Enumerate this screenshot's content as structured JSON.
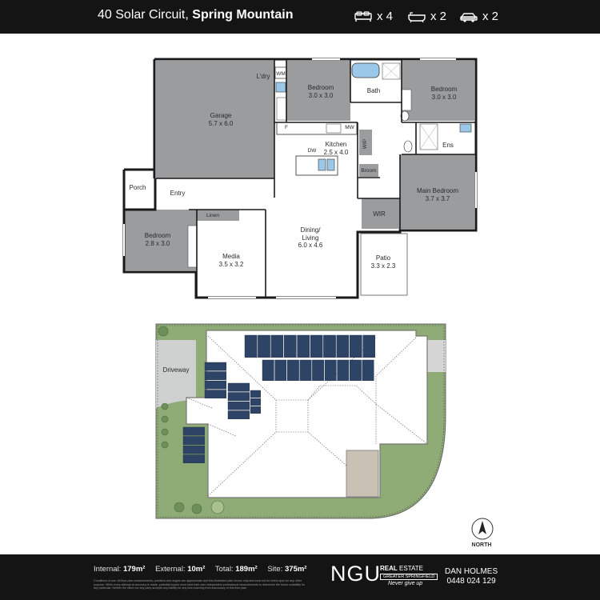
{
  "header": {
    "address_number_street": "40 Solar Circuit,",
    "suburb": "Spring Mountain",
    "features": [
      {
        "icon": "bed-icon",
        "value": "x 4"
      },
      {
        "icon": "bath-icon",
        "value": "x 2"
      },
      {
        "icon": "car-icon",
        "value": "x 2"
      }
    ]
  },
  "floor_plan": {
    "rooms": [
      {
        "name": "Garage",
        "size": "5.7 x 6.0"
      },
      {
        "name": "L'dry"
      },
      {
        "name": "WM"
      },
      {
        "name": "Bedroom",
        "size": "3.0 x 3.0"
      },
      {
        "name": "Bath"
      },
      {
        "name": "Bedroom",
        "size": "3.0 x 3.0"
      },
      {
        "name": "Kitchen",
        "size": "2.5 x 4.0"
      },
      {
        "name": "F"
      },
      {
        "name": "MW"
      },
      {
        "name": "DW"
      },
      {
        "name": "WIP"
      },
      {
        "name": "Broom"
      },
      {
        "name": "Ens"
      },
      {
        "name": "Main Bedroom",
        "size": "3.7 x 3.7"
      },
      {
        "name": "Porch"
      },
      {
        "name": "Entry"
      },
      {
        "name": "Linen"
      },
      {
        "name": "WIR"
      },
      {
        "name": "Bedroom",
        "size": "2.8 x 3.0"
      },
      {
        "name": "Media",
        "size": "3.5 x 3.2"
      },
      {
        "name": "Dining/",
        "size": "Living\n6.0 x 4.6"
      },
      {
        "name": "Patio",
        "size": "3.3 x 2.3"
      }
    ]
  },
  "site_plan": {
    "driveway_label": "Driveway",
    "north_label": "NORTH"
  },
  "footer": {
    "stats": [
      {
        "label": "Internal:",
        "value": "179m²"
      },
      {
        "label": "External:",
        "value": "10m²"
      },
      {
        "label": "Total:",
        "value": "189m²"
      },
      {
        "label": "Site:",
        "value": "375m²"
      }
    ],
    "disclaimer": "Conditions of use: All floor plan measurements, positions and angles are approximate and this illustration plan shown only and must not be relied upon for any other purpose. While every attempt at accuracy is made, potential buyers must seek their own independent professional measurements to determine the future suitability for any particular. Neither the client nor any party accepts any liability for any loss incurring from inaccuracy of this floor plan.",
    "logo": {
      "brand": "NGU",
      "real_estate_line1": "REAL",
      "real_estate_line2": "ESTATE",
      "area": "GREATER SPRINGFIELD",
      "slogan": "Never give up"
    },
    "agent": {
      "name": "DAN HOLMES",
      "phone": "0448 024 129"
    }
  },
  "colors": {
    "bar": "#141414",
    "room_shaded": "#9a9c9e",
    "lawn": "#8fac76",
    "solar_panel": "#2e4466",
    "water": "#9bc8e8"
  }
}
